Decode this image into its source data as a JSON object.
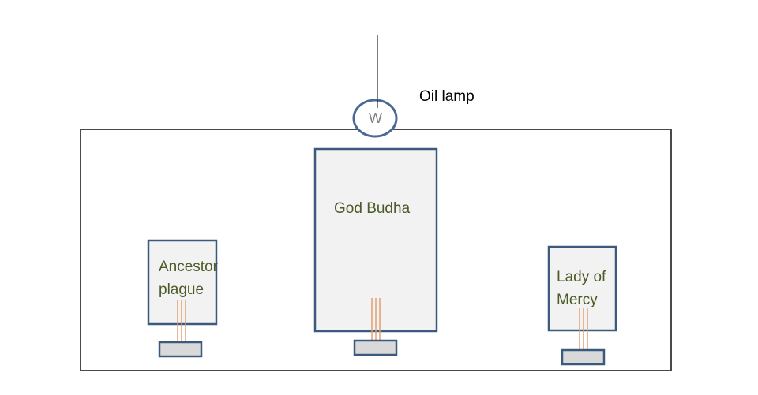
{
  "labels": {
    "oil_lamp": "Oil lamp",
    "lamp_symbol": "W",
    "god_budha": "God Budha",
    "ancestor": "Ancestor\nplague",
    "lady": "Lady of\nMercy"
  },
  "colors": {
    "box_stroke": "#3b5a7e",
    "box_fill": "#f2f2f2",
    "altar_stroke": "#4a4a4a",
    "lamp_stroke": "#4a6a96",
    "label_green": "#4b5a26",
    "label_black": "#000000",
    "incense": "#e2a070",
    "stand_fill": "#d9d9d9"
  }
}
